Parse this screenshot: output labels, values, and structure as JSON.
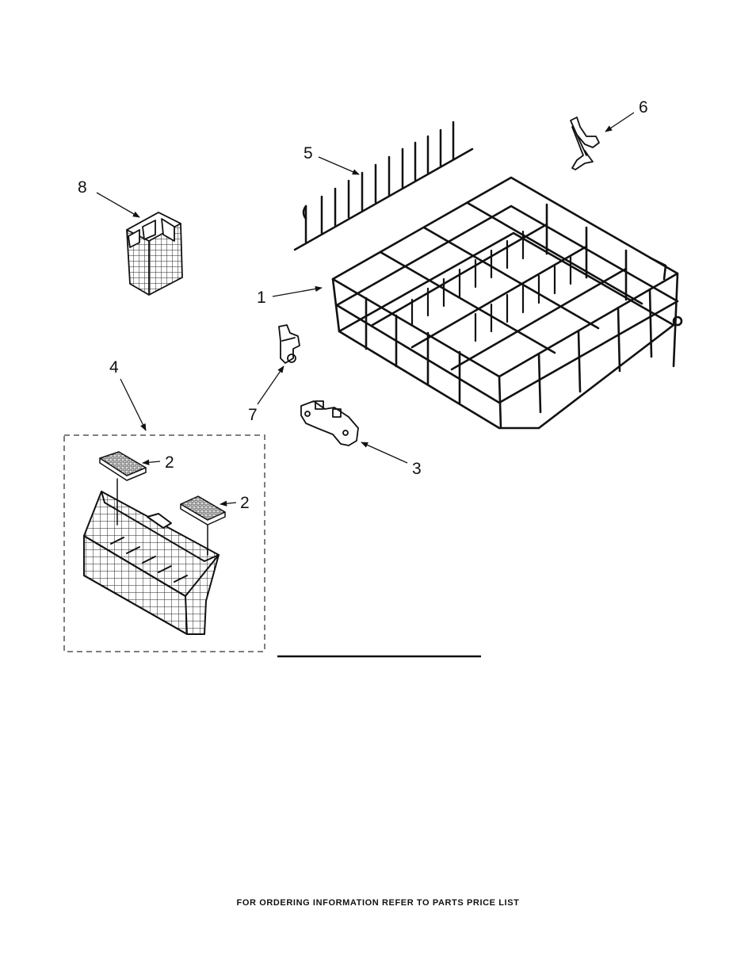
{
  "callouts": {
    "c1": "1",
    "c2a": "2",
    "c2b": "2",
    "c3": "3",
    "c4": "4",
    "c5": "5",
    "c6": "6",
    "c7": "7",
    "c8": "8"
  },
  "footer": "FOR ORDERING INFORMATION REFER TO PARTS PRICE LIST"
}
